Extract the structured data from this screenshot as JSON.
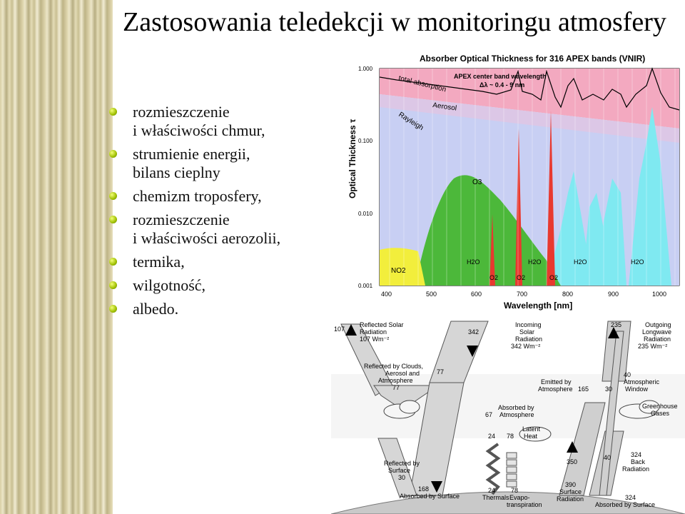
{
  "slide": {
    "title": "Zastosowania teledekcji w monitoringu atmosfery",
    "bullets": [
      {
        "line1": "rozmieszczenie",
        "line2": "i właściwości chmur,"
      },
      {
        "line1": "strumienie energii,",
        "line2": "bilans cieplny"
      },
      {
        "line1": "chemizm troposfery,",
        "line2": ""
      },
      {
        "line1": "rozmieszczenie",
        "line2": "i właściwości aerozolii,"
      },
      {
        "line1": "termika,",
        "line2": ""
      },
      {
        "line1": "wilgotność,",
        "line2": ""
      },
      {
        "line1": "albedo.",
        "line2": ""
      }
    ]
  },
  "absorber_chart": {
    "title": "Absorber Optical Thickness for 316 APEX bands (VNIR)",
    "xlabel": "Wavelength [nm]",
    "ylabel": "Optical Thickness τ",
    "x_ticks": [
      "400",
      "500",
      "600",
      "700",
      "800",
      "900",
      "1000"
    ],
    "y_ticks": [
      "1.000",
      "0.100",
      "0.010",
      "0.001"
    ],
    "annotation": "APEX center band wavelength",
    "annotation2": "Δλ ~ 0.4 - 9 nm",
    "labels": {
      "total": "total absorption",
      "aerosol": "Aerosol",
      "rayleigh": "Rayleigh",
      "o3": "O3",
      "no2": "NO2",
      "h2o": "H2O",
      "o2": "O2"
    },
    "colors": {
      "total": "#f3a9c0",
      "rayleigh": "#b9c4f0",
      "o3": "#4cb83a",
      "no2": "#f2ee3c",
      "h2o": "#7fe9f1",
      "o2": "#e8392f"
    }
  },
  "energy_diagram": {
    "labels": {
      "reflected_solar": "Reflected Solar",
      "radiation": "Radiation",
      "rs_value": "107 Wm⁻²",
      "v107": "107",
      "v342": "342",
      "incoming": "Incoming",
      "solar": "Solar",
      "inc_value": "342 Wm⁻²",
      "v235": "235",
      "outgoing": "Outgoing",
      "longwave": "Longwave",
      "out_value": "235 Wm⁻²",
      "refl_clouds_1": "Reflected by Clouds,",
      "refl_clouds_2": "Aerosol and",
      "refl_clouds_3": "Atmosphere",
      "v77": "77",
      "v77b": "77",
      "emitted_1": "Emitted by",
      "emitted_2": "Atmosphere",
      "v165": "165",
      "v30": "30",
      "v40": "40",
      "atm_window_1": "Atmospheric",
      "atm_window_2": "Window",
      "v67": "67",
      "absorbed_1": "Absorbed by",
      "absorbed_2": "Atmosphere",
      "greenhouse_1": "Greenhouse",
      "greenhouse_2": "Gases",
      "v24": "24",
      "v78": "78",
      "latent_1": "Latent",
      "latent_2": "Heat",
      "v350": "350",
      "v40b": "40",
      "v324": "324",
      "back_1": "Back",
      "back_2": "Radiation",
      "refl_surface_1": "Reflected by",
      "refl_surface_2": "Surface",
      "v30b": "30",
      "v168": "168",
      "v24b": "24",
      "v78b": "78",
      "v390": "390",
      "surface_rad_1": "Surface",
      "surface_rad_2": "Radiation",
      "v324b": "324",
      "absorbed_surface": "Absorbed by Surface",
      "absorbed_surface_b": "Absorbed by Surface",
      "thermals": "Thermals",
      "evapo_1": "Evapo-",
      "evapo_2": "transpiration"
    }
  }
}
